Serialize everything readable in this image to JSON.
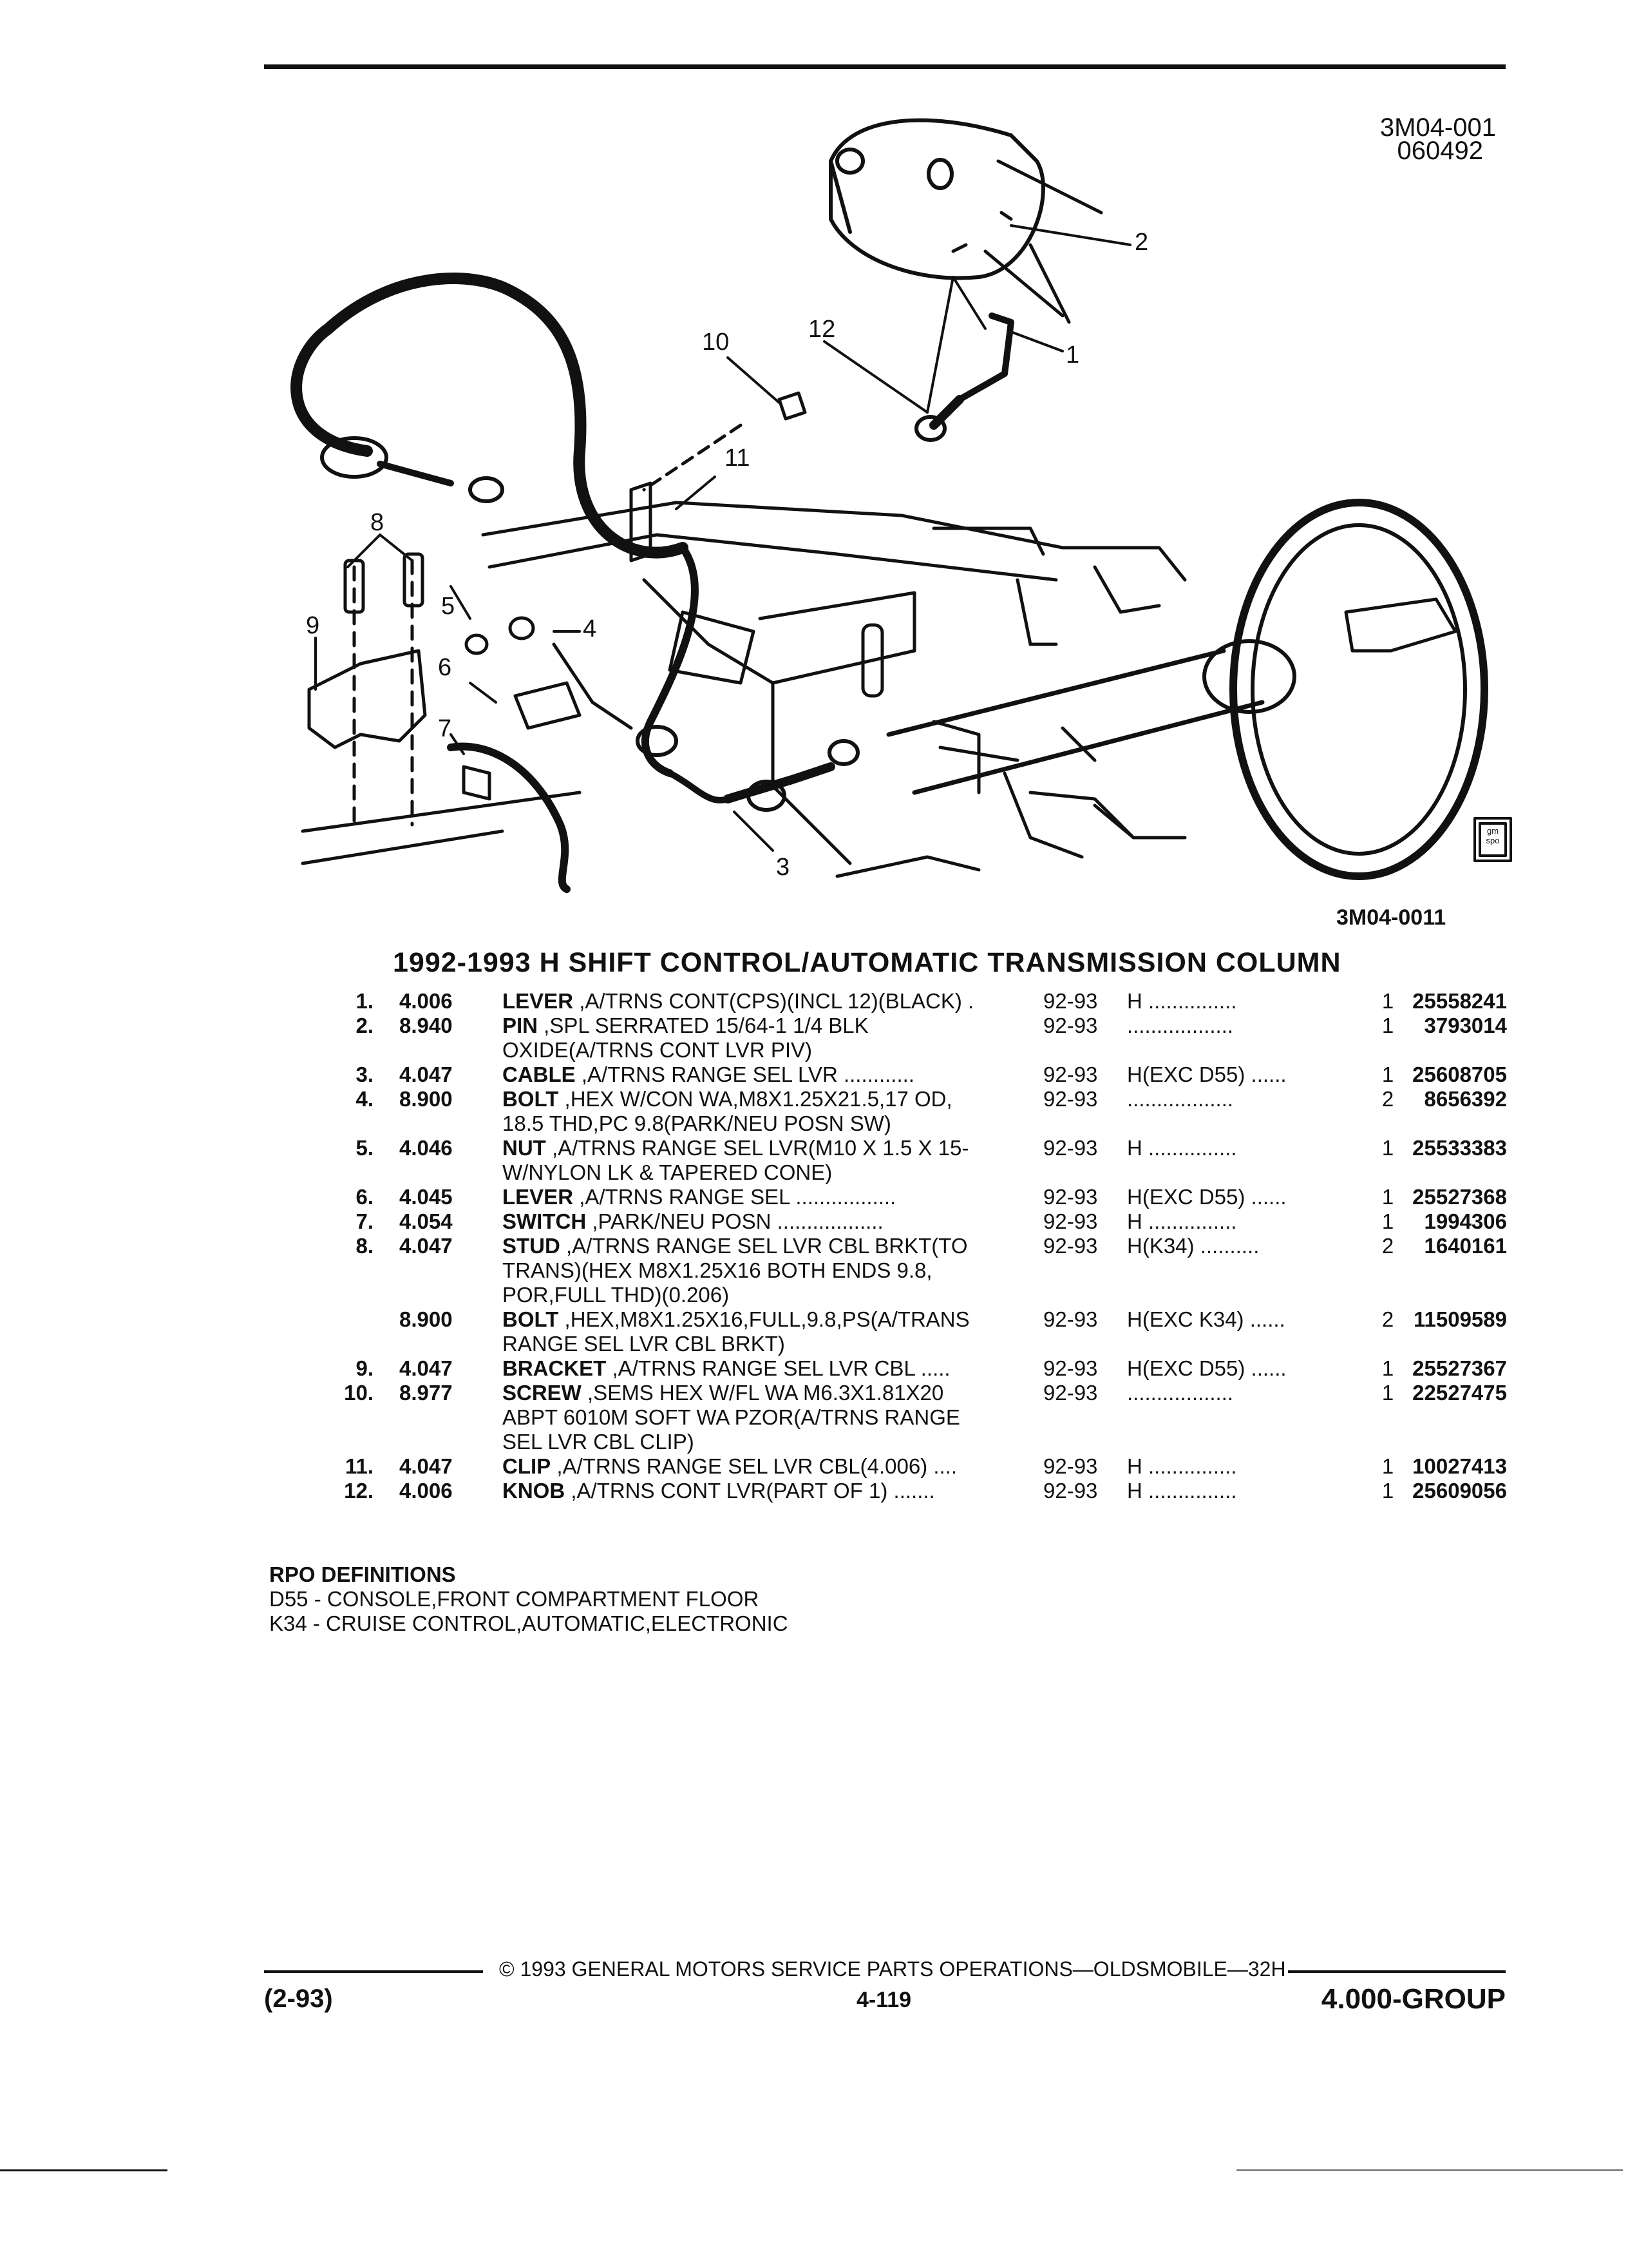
{
  "header": {
    "ref_code": "3M04-001",
    "ref_date": "060492"
  },
  "figure": {
    "callouts": [
      "1",
      "2",
      "3",
      "4",
      "5",
      "6",
      "7",
      "8",
      "9",
      "10",
      "11",
      "12"
    ],
    "logo_text": "gm spo",
    "caption": "3M04-0011"
  },
  "section_title": "1992-1993 H SHIFT CONTROL/AUTOMATIC TRANSMISSION COLUMN",
  "parts": [
    {
      "no": "1.",
      "group": "4.006",
      "name": "LEVER",
      "desc": " ,A/TRNS CONT(CPS)(INCL 12)(BLACK)  .",
      "years": "92-93",
      "usage": "H ...............",
      "qty": "1",
      "pn": "25558241"
    },
    {
      "no": "2.",
      "group": "8.940",
      "name": "PIN",
      "desc": " ,SPL SERRATED 15/64-1 1/4 BLK\nOXIDE(A/TRNS CONT LVR PIV)",
      "years": "92-93",
      "usage": "..................",
      "qty": "1",
      "pn": "3793014"
    },
    {
      "no": "3.",
      "group": "4.047",
      "name": "CABLE",
      "desc": " ,A/TRNS RANGE SEL LVR ............",
      "years": "92-93",
      "usage": "H(EXC D55) ......",
      "qty": "1",
      "pn": "25608705"
    },
    {
      "no": "4.",
      "group": "8.900",
      "name": "BOLT",
      "desc": " ,HEX W/CON WA,M8X1.25X21.5,17 OD,\n18.5 THD,PC 9.8(PARK/NEU POSN SW)",
      "years": "92-93",
      "usage": "..................",
      "qty": "2",
      "pn": "8656392"
    },
    {
      "no": "5.",
      "group": "4.046",
      "name": "NUT",
      "desc": " ,A/TRNS RANGE SEL LVR(M10 X 1.5 X 15-\nW/NYLON LK & TAPERED CONE)",
      "years": "92-93",
      "usage": "H ...............",
      "qty": "1",
      "pn": "25533383"
    },
    {
      "no": "6.",
      "group": "4.045",
      "name": "LEVER",
      "desc": " ,A/TRNS RANGE SEL  .................",
      "years": "92-93",
      "usage": "H(EXC D55) ......",
      "qty": "1",
      "pn": "25527368"
    },
    {
      "no": "7.",
      "group": "4.054",
      "name": "SWITCH",
      "desc": " ,PARK/NEU POSN  ..................",
      "years": "92-93",
      "usage": "H ...............",
      "qty": "1",
      "pn": "1994306"
    },
    {
      "no": "8.",
      "group": "4.047",
      "name": "STUD",
      "desc": " ,A/TRNS RANGE SEL LVR CBL BRKT(TO\nTRANS)(HEX M8X1.25X16 BOTH ENDS 9.8,\nPOR,FULL THD)(0.206)",
      "years": "92-93",
      "usage": "H(K34)  ..........",
      "qty": "2",
      "pn": "1640161"
    },
    {
      "no": "",
      "group": "8.900",
      "name": "BOLT",
      "desc": " ,HEX,M8X1.25X16,FULL,9.8,PS(A/TRANS\nRANGE SEL LVR CBL BRKT)",
      "years": "92-93",
      "usage": "H(EXC K34)  ......",
      "qty": "2",
      "pn": "11509589"
    },
    {
      "no": "9.",
      "group": "4.047",
      "name": "BRACKET",
      "desc": " ,A/TRNS RANGE SEL LVR CBL  .....",
      "years": "92-93",
      "usage": "H(EXC D55) ......",
      "qty": "1",
      "pn": "25527367"
    },
    {
      "no": "10.",
      "group": "8.977",
      "name": "SCREW",
      "desc": " ,SEMS HEX W/FL WA M6.3X1.81X20\nABPT 6010M SOFT WA PZOR(A/TRNS RANGE\nSEL LVR CBL CLIP)",
      "years": "92-93",
      "usage": "..................",
      "qty": "1",
      "pn": "22527475"
    },
    {
      "no": "11.",
      "group": "4.047",
      "name": "CLIP",
      "desc": " ,A/TRNS RANGE SEL LVR CBL(4.006) ....",
      "years": "92-93",
      "usage": "H ...............",
      "qty": "1",
      "pn": "10027413"
    },
    {
      "no": "12.",
      "group": "4.006",
      "name": "KNOB",
      "desc": " ,A/TRNS CONT LVR(PART OF 1)  .......",
      "years": "92-93",
      "usage": "H ...............",
      "qty": "1",
      "pn": "25609056"
    }
  ],
  "rpo": {
    "heading": "RPO DEFINITIONS",
    "items": [
      "D55 - CONSOLE,FRONT COMPARTMENT FLOOR",
      "K34 - CRUISE CONTROL,AUTOMATIC,ELECTRONIC"
    ]
  },
  "footer": {
    "copyright": "© 1993 GENERAL MOTORS SERVICE PARTS OPERATIONS—OLDSMOBILE—32H",
    "revision": "(2-93)",
    "page": "4-119",
    "group": "4.000-GROUP"
  }
}
